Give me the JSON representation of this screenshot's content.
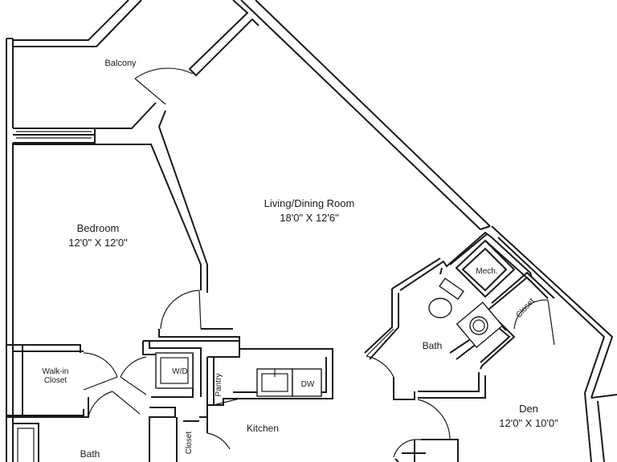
{
  "rooms": {
    "balcony": {
      "name": "Balcony"
    },
    "living": {
      "name": "Living/Dining Room",
      "dims": "18'0\" X 12'6\""
    },
    "bedroom": {
      "name": "Bedroom",
      "dims": "12'0\" X 12'0\""
    },
    "walkin": {
      "name_line1": "Walk-in",
      "name_line2": "Closet"
    },
    "wd": {
      "name": "W/D"
    },
    "pantry": {
      "name": "Pantry"
    },
    "dw": {
      "name": "DW"
    },
    "kitchen": {
      "name": "Kitchen"
    },
    "kitchen_closet": {
      "name": "Closet"
    },
    "bath_main": {
      "name": "Bath"
    },
    "bath_den": {
      "name": "Bath"
    },
    "mech": {
      "name": "Mech."
    },
    "den_closet": {
      "name": "Closet"
    },
    "den": {
      "name": "Den",
      "dims": "12'0\" X 10'0\""
    }
  }
}
